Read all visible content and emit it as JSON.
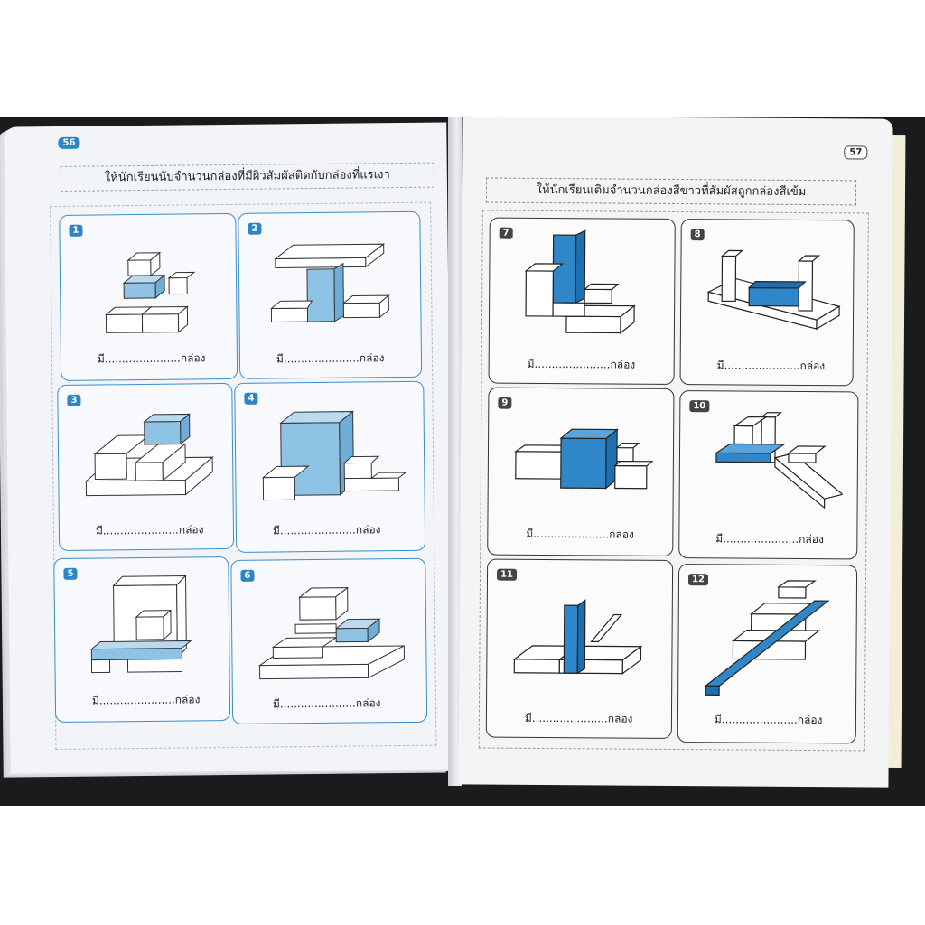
{
  "left_page": {
    "page_number": "56",
    "title": "ให้นักเรียนนับจำนวนกล่องที่มีผิวสัมผัสติดกับกล่องที่แรเงา",
    "cells": [
      {
        "number": "1",
        "answer": "มี......................กล่อง"
      },
      {
        "number": "2",
        "answer": "มี......................กล่อง"
      },
      {
        "number": "3",
        "answer": "มี......................กล่อง"
      },
      {
        "number": "4",
        "answer": "มี......................กล่อง"
      },
      {
        "number": "5",
        "answer": "มี......................กล่อง"
      },
      {
        "number": "6",
        "answer": "มี......................กล่อง"
      }
    ]
  },
  "right_page": {
    "page_number": "57",
    "title": "ให้นักเรียนเติมจำนวนกล่องสีขาวที่สัมผัสถูกกล่องสีเข้ม",
    "cells": [
      {
        "number": "7",
        "answer": "มี......................กล่อง"
      },
      {
        "number": "8",
        "answer": "มี......................กล่อง"
      },
      {
        "number": "9",
        "answer": "มี......................กล่อง"
      },
      {
        "number": "10",
        "answer": "มี......................กล่อง"
      },
      {
        "number": "11",
        "answer": "มี......................กล่อง"
      },
      {
        "number": "12",
        "answer": "มี......................กล่อง"
      }
    ]
  },
  "colors": {
    "left_shade": "#8fc3e6",
    "right_shade": "#2f86c8",
    "accent": "#2b86c5",
    "background_dark": "#1b1b1d"
  }
}
